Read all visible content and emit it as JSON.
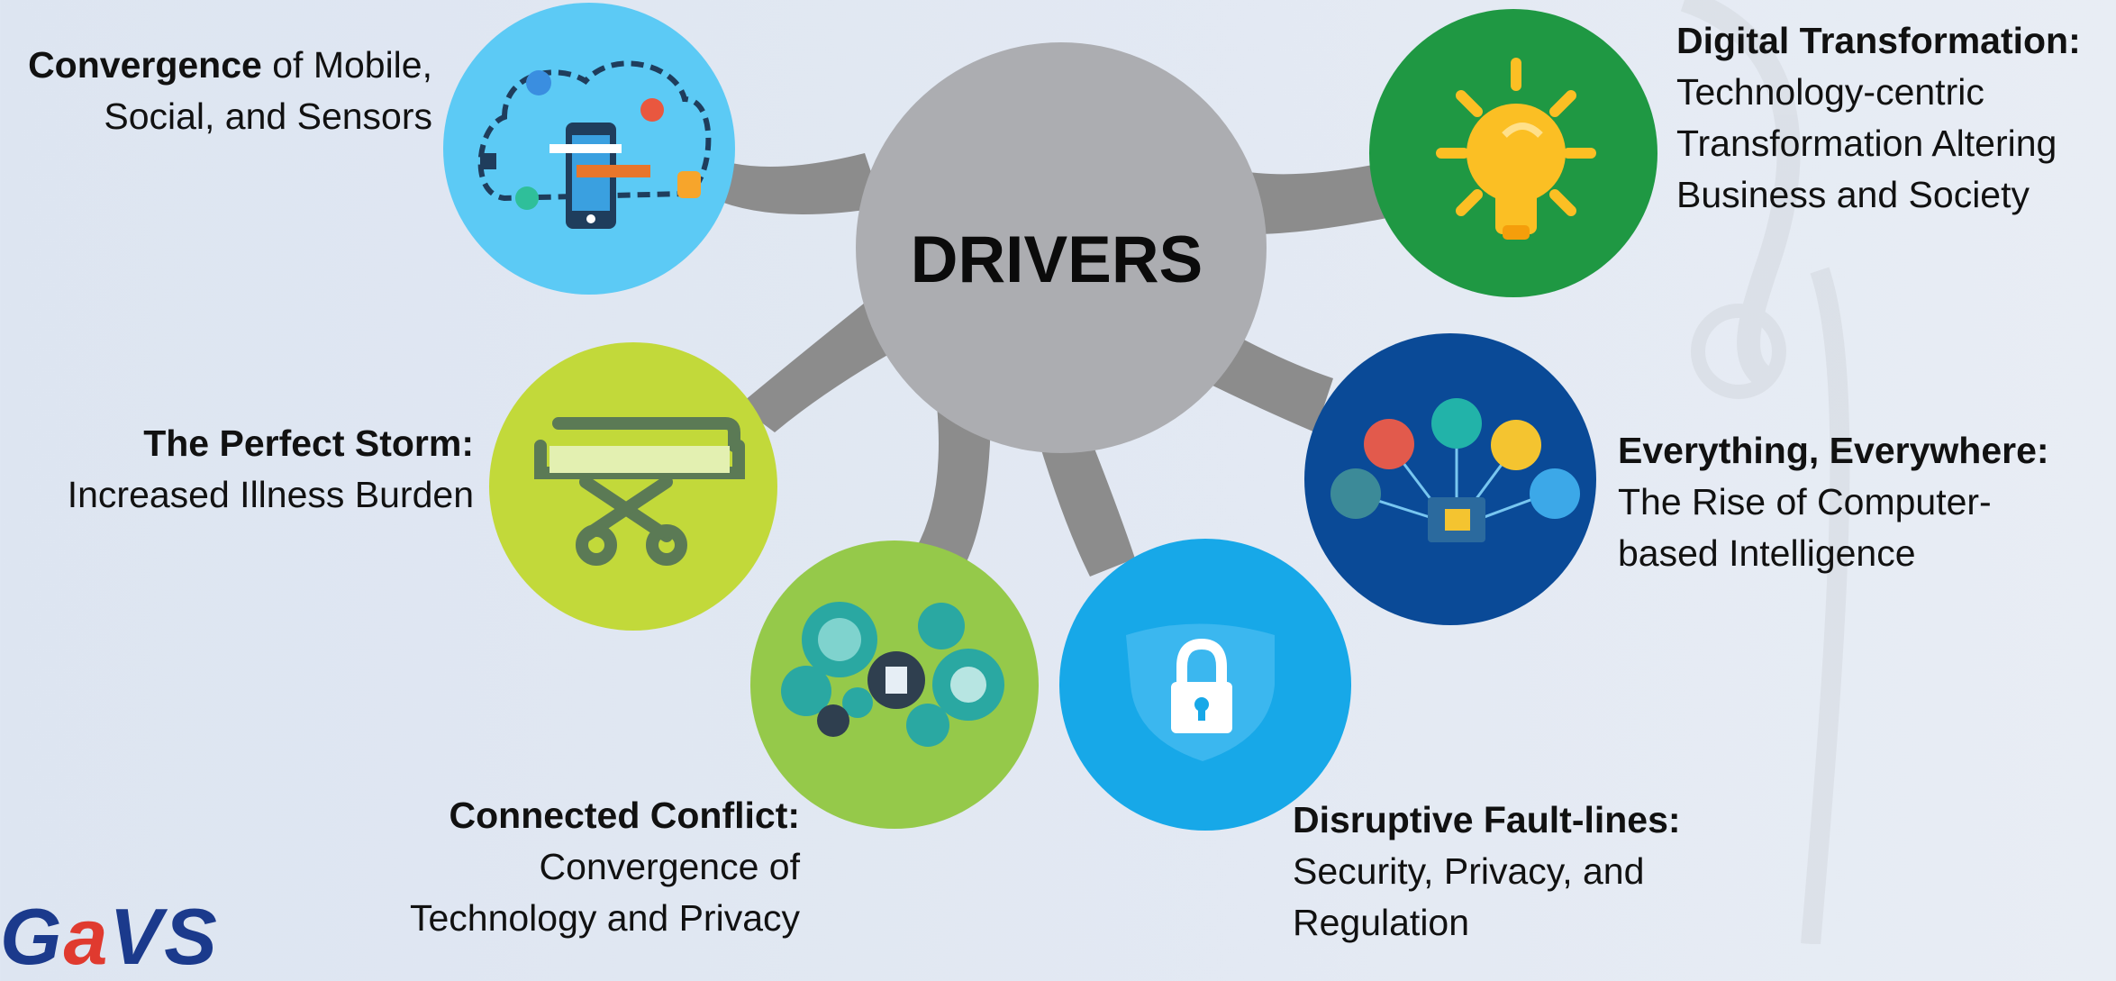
{
  "center": {
    "title": "DRIVERS"
  },
  "nodes": {
    "convergence": {
      "bold": "Convergence",
      "rest": " of Mobile,",
      "line2": "Social, and Sensors",
      "icon": "mobile-social-icon",
      "color": "#5ccaf5"
    },
    "perfect_storm": {
      "title": "The Perfect Storm:",
      "desc": "Increased Illness Burden",
      "icon": "hospital-stretcher-icon",
      "color": "#c2d93a"
    },
    "connected_conflict": {
      "title": "Connected Conflict:",
      "line1": "Convergence of",
      "line2": "Technology and Privacy",
      "icon": "gears-icon",
      "color": "#95c94a"
    },
    "disruptive": {
      "title": "Disruptive Fault-lines:",
      "line1": "Security, Privacy, and",
      "line2": "Regulation",
      "icon": "padlock-icon",
      "color": "#17a8e8"
    },
    "everything": {
      "title": "Everything, Everywhere:",
      "line1": "The Rise of Computer-",
      "line2": "based Intelligence",
      "icon": "network-chip-icon",
      "color": "#0a4a97"
    },
    "digital": {
      "title": "Digital Transformation:",
      "line1": "Technology-centric",
      "line2": "Transformation Altering",
      "line3": "Business and Society",
      "icon": "lightbulb-icon",
      "color": "#1f9843"
    }
  },
  "logo": {
    "text1": "G",
    "text2": "a",
    "text3": "VS"
  },
  "colors": {
    "hub": "#acadb1",
    "spoke": "#8c8c8c"
  }
}
